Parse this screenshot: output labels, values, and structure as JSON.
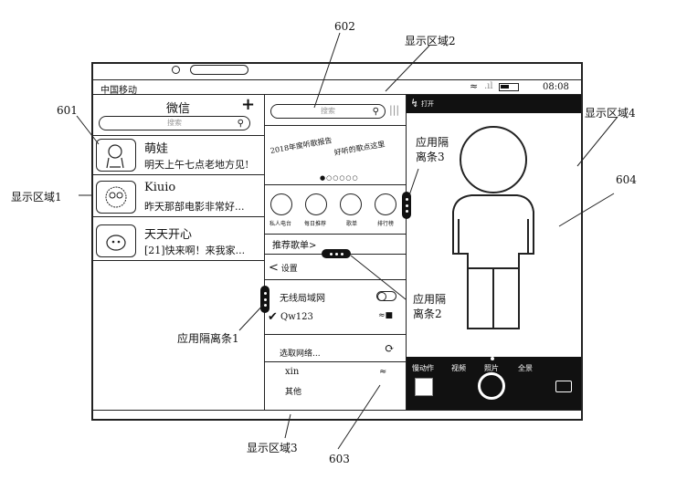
{
  "labels": {
    "l602": "602",
    "area2": "显示区域2",
    "l601": "601",
    "area1": "显示区域1",
    "area4": "显示区域4",
    "l604": "604",
    "bar3": "应用隔\n离条3",
    "bar2": "应用隔\n离条2",
    "bar1": "应用隔离条1",
    "area3": "显示区域3",
    "l603": "603"
  },
  "status": {
    "carrier": "中国移动",
    "time": "08:08"
  },
  "wechat": {
    "title": "微信",
    "add": "+",
    "search_placeholder": "搜索",
    "chats": [
      {
        "name": "萌娃",
        "message": "明天上午七点老地方见!"
      },
      {
        "name": "Kiuio",
        "message": "昨天那部电影非常好..."
      },
      {
        "name": "天天开心",
        "message": "[21]快来啊！来我家..."
      }
    ]
  },
  "music": {
    "search_placeholder": "搜索",
    "banner_text_1": "2018年度听歌报告",
    "banner_text_2": "好听的歌点这里",
    "icons": [
      "私人电台",
      "每日推荐",
      "歌单",
      "排行榜"
    ],
    "recommend": "推荐歌单>"
  },
  "wifi": {
    "back": "设置",
    "wlan": "无线局域网",
    "connected": "Qw123",
    "choose": "选取网络...",
    "network": "xin",
    "other": "其他"
  },
  "camera": {
    "flash": "打开",
    "modes": [
      "慢动作",
      "视频",
      "照片",
      "全景"
    ]
  }
}
